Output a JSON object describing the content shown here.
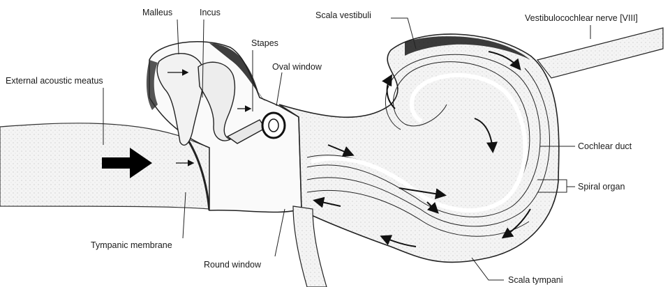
{
  "labels": {
    "malleus": "Malleus",
    "incus": "Incus",
    "stapes": "Stapes",
    "oval_window": "Oval window",
    "external_acoustic_meatus": "External acoustic meatus",
    "scala_vestibuli": "Scala vestibuli",
    "vestibulocochlear_nerve": "Vestibulocochlear nerve [VIII]",
    "cochlear_duct": "Cochlear duct",
    "spiral_organ": "Spiral organ",
    "tympanic_membrane": "Tympanic membrane",
    "round_window": "Round window",
    "scala_tympani": "Scala tympani"
  }
}
